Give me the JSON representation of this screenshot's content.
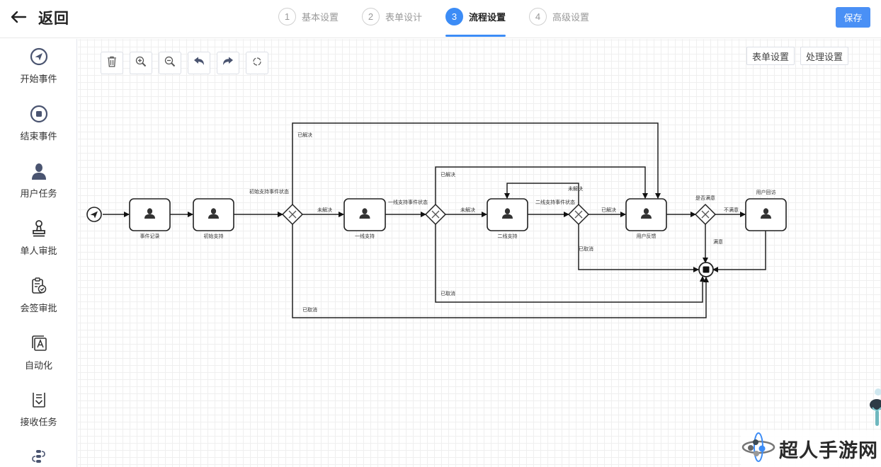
{
  "header": {
    "back_label": "返回",
    "steps": [
      {
        "num": "1",
        "label": "基本设置",
        "active": false
      },
      {
        "num": "2",
        "label": "表单设计",
        "active": false
      },
      {
        "num": "3",
        "label": "流程设置",
        "active": true
      },
      {
        "num": "4",
        "label": "高级设置",
        "active": false
      }
    ],
    "save_label": "保存",
    "accent_color": "#3c8cf6"
  },
  "sidebar": {
    "items": [
      {
        "label": "开始事件",
        "icon": "paper-plane-circle-icon"
      },
      {
        "label": "结束事件",
        "icon": "stop-circle-icon"
      },
      {
        "label": "用户任务",
        "icon": "user-icon"
      },
      {
        "label": "单人审批",
        "icon": "stamp-icon"
      },
      {
        "label": "会签审批",
        "icon": "clipboard-check-icon"
      },
      {
        "label": "自动化",
        "icon": "auto-layers-icon"
      },
      {
        "label": "接收任务",
        "icon": "inbox-receive-icon"
      },
      {
        "label": "",
        "icon": "flow-loop-icon"
      }
    ]
  },
  "toolbar": {
    "buttons": [
      {
        "name": "delete",
        "icon": "trash-icon"
      },
      {
        "name": "zoom-in",
        "icon": "zoom-in-icon"
      },
      {
        "name": "zoom-out",
        "icon": "zoom-out-icon"
      },
      {
        "name": "undo",
        "icon": "undo-icon"
      },
      {
        "name": "redo",
        "icon": "redo-icon"
      },
      {
        "name": "reset",
        "icon": "refresh-icon"
      }
    ],
    "form_settings_label": "表单设置",
    "process_settings_label": "处理设置"
  },
  "diagram": {
    "nodes": [
      {
        "id": "start",
        "type": "start-event",
        "label": ""
      },
      {
        "id": "t1",
        "type": "user-task",
        "label": "事件记录"
      },
      {
        "id": "t2",
        "type": "user-task",
        "label": "初始支持"
      },
      {
        "id": "g1",
        "type": "exclusive-gateway",
        "label": "初始支持事件状态"
      },
      {
        "id": "t3",
        "type": "user-task",
        "label": "一线支持"
      },
      {
        "id": "g2",
        "type": "exclusive-gateway",
        "label": "一线支持事件状态"
      },
      {
        "id": "t4",
        "type": "user-task",
        "label": "二线支持"
      },
      {
        "id": "g3",
        "type": "exclusive-gateway",
        "label": "二线支持事件状态"
      },
      {
        "id": "t5",
        "type": "user-task",
        "label": "用户反馈"
      },
      {
        "id": "g4",
        "type": "exclusive-gateway",
        "label": "是否满意"
      },
      {
        "id": "t6",
        "type": "user-task",
        "label": "用户回访"
      },
      {
        "id": "end",
        "type": "end-event",
        "label": ""
      }
    ],
    "edges": [
      {
        "from": "start",
        "to": "t1",
        "label": ""
      },
      {
        "from": "t1",
        "to": "t2",
        "label": ""
      },
      {
        "from": "t2",
        "to": "g1",
        "label": ""
      },
      {
        "from": "g1",
        "to": "t3",
        "label": "未解决"
      },
      {
        "from": "g1",
        "to": "t5",
        "label": "已解决"
      },
      {
        "from": "g1",
        "to": "end",
        "label": "已取消"
      },
      {
        "from": "t3",
        "to": "g2",
        "label": ""
      },
      {
        "from": "g2",
        "to": "t4",
        "label": "未解决"
      },
      {
        "from": "g2",
        "to": "t5",
        "label": "已解决"
      },
      {
        "from": "g2",
        "to": "end",
        "label": "已取消"
      },
      {
        "from": "t4",
        "to": "g3",
        "label": ""
      },
      {
        "from": "g3",
        "to": "t4",
        "label": "未解决"
      },
      {
        "from": "g3",
        "to": "t5",
        "label": "已解决"
      },
      {
        "from": "g3",
        "to": "end",
        "label": "已取消"
      },
      {
        "from": "t5",
        "to": "g4",
        "label": ""
      },
      {
        "from": "g4",
        "to": "t6",
        "label": "不满意"
      },
      {
        "from": "g4",
        "to": "end",
        "label": "满意"
      },
      {
        "from": "t6",
        "to": "end",
        "label": ""
      }
    ]
  },
  "watermark": {
    "text": "超人手游网"
  }
}
